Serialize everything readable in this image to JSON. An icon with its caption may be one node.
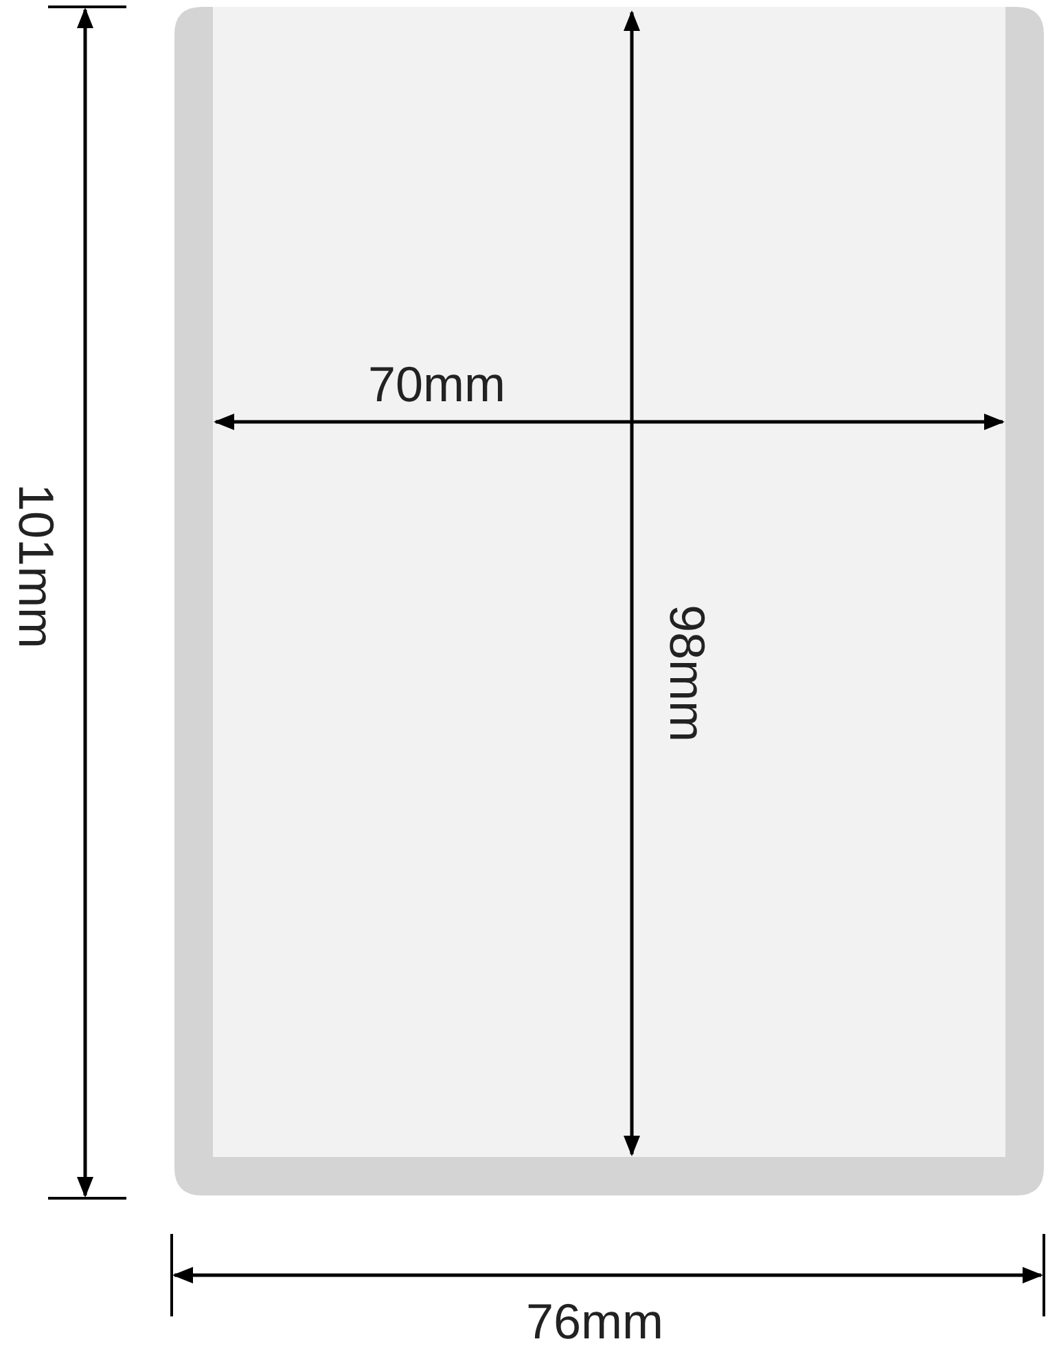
{
  "diagram": {
    "labels": [
      "101mm",
      "70mm",
      "98mm",
      "76mm"
    ]
  }
}
